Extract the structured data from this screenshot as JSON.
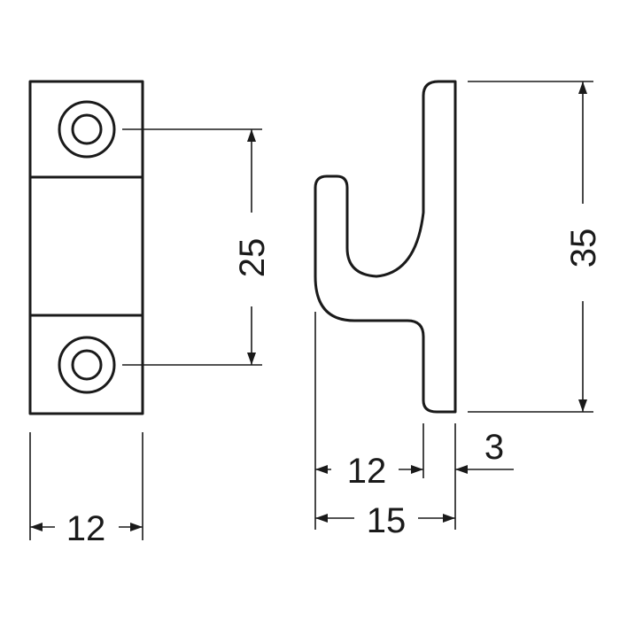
{
  "dimensions": {
    "front_width": "12",
    "hole_spacing": "25",
    "height": "35",
    "hook_projection": "12",
    "thickness": "3",
    "total_depth": "15"
  }
}
